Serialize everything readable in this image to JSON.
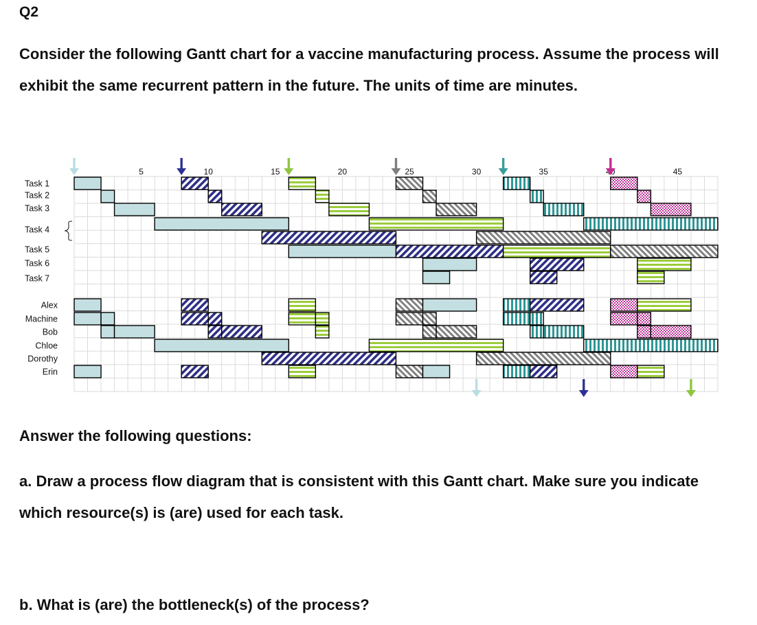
{
  "question_number": "Q2",
  "intro": "Consider the following Gantt chart for a vaccine manufacturing process. Assume the process will exhibit the same recurrent pattern in the future. The units of time are minutes.",
  "answer_heading": "Answer the following questions:",
  "question_a": "a. Draw a process flow diagram that is consistent with this Gantt chart. Make sure you indicate which resource(s) is (are) used for each task.",
  "question_b": "b. What is (are) the bottleneck(s) of the process?",
  "chart_data": {
    "type": "gantt",
    "x_range": [
      0,
      48
    ],
    "x_ticks": [
      "5",
      "10",
      "15",
      "20",
      "25",
      "30",
      "35",
      "40",
      "45"
    ],
    "x_tick_values": [
      5,
      10,
      15,
      20,
      25,
      30,
      35,
      40,
      45
    ],
    "task_rows": [
      "Task 1",
      "Task 2",
      "Task 3",
      "Task 4",
      "Task 5",
      "Task 6",
      "Task 7"
    ],
    "resource_rows": [
      "Alex",
      "Machine",
      "Bob",
      "Chloe",
      "Dorothy",
      "Erin"
    ],
    "units": {
      "u1": {
        "fill": "#c4dfe1",
        "pattern": "solid"
      },
      "u2": {
        "fill": "#2f2f87",
        "pattern": "diagonal-dark-blue"
      },
      "u3": {
        "fill": "#9ccc3c",
        "pattern": "horizontal-green"
      },
      "u4": {
        "fill": "#808080",
        "pattern": "diagonal-gray"
      },
      "u5": {
        "fill": "#2f9696",
        "pattern": "vertical-teal"
      },
      "u6": {
        "fill": "#c0389a",
        "pattern": "checker-magenta"
      }
    },
    "arrival_arrows_top": [
      {
        "t": 0,
        "color": "#b8dde2"
      },
      {
        "t": 8,
        "color": "#2e3192"
      },
      {
        "t": 16,
        "color": "#8dc63f"
      },
      {
        "t": 24,
        "color": "#7f7f7f"
      },
      {
        "t": 32,
        "color": "#3a9c9c"
      },
      {
        "t": 40,
        "color": "#c62d93"
      }
    ],
    "completion_arrows_bottom": [
      {
        "t": 30,
        "color": "#b8dde2"
      },
      {
        "t": 38,
        "color": "#2e3192"
      },
      {
        "t": 46,
        "color": "#8dc63f"
      }
    ],
    "task_bars": [
      {
        "row": "Task 1",
        "start": 0,
        "end": 2,
        "unit": "u1"
      },
      {
        "row": "Task 1",
        "start": 8,
        "end": 10,
        "unit": "u2"
      },
      {
        "row": "Task 1",
        "start": 16,
        "end": 18,
        "unit": "u3"
      },
      {
        "row": "Task 1",
        "start": 24,
        "end": 26,
        "unit": "u4"
      },
      {
        "row": "Task 1",
        "start": 32,
        "end": 34,
        "unit": "u5"
      },
      {
        "row": "Task 1",
        "start": 40,
        "end": 42,
        "unit": "u6"
      },
      {
        "row": "Task 2",
        "start": 2,
        "end": 3,
        "unit": "u1"
      },
      {
        "row": "Task 2",
        "start": 10,
        "end": 11,
        "unit": "u2"
      },
      {
        "row": "Task 2",
        "start": 18,
        "end": 19,
        "unit": "u3"
      },
      {
        "row": "Task 2",
        "start": 26,
        "end": 27,
        "unit": "u4"
      },
      {
        "row": "Task 2",
        "start": 34,
        "end": 35,
        "unit": "u5"
      },
      {
        "row": "Task 2",
        "start": 42,
        "end": 43,
        "unit": "u6"
      },
      {
        "row": "Task 3",
        "start": 3,
        "end": 6,
        "unit": "u1"
      },
      {
        "row": "Task 3",
        "start": 11,
        "end": 14,
        "unit": "u2"
      },
      {
        "row": "Task 3",
        "start": 19,
        "end": 22,
        "unit": "u3"
      },
      {
        "row": "Task 3",
        "start": 27,
        "end": 30,
        "unit": "u4"
      },
      {
        "row": "Task 3",
        "start": 35,
        "end": 38,
        "unit": "u5"
      },
      {
        "row": "Task 3",
        "start": 43,
        "end": 46,
        "unit": "u6"
      },
      {
        "row": "Task 4",
        "start": 6,
        "end": 16,
        "unit": "u1"
      },
      {
        "row": "Task 4",
        "start": 22,
        "end": 32,
        "unit": "u3"
      },
      {
        "row": "Task 4",
        "start": 38,
        "end": 48,
        "unit": "u5"
      },
      {
        "row": "Task 4b",
        "start": 14,
        "end": 24,
        "unit": "u2"
      },
      {
        "row": "Task 4b",
        "start": 30,
        "end": 40,
        "unit": "u4"
      },
      {
        "row": "Task 5",
        "start": 16,
        "end": 24,
        "unit": "u1"
      },
      {
        "row": "Task 5",
        "start": 24,
        "end": 32,
        "unit": "u2"
      },
      {
        "row": "Task 5",
        "start": 32,
        "end": 40,
        "unit": "u3"
      },
      {
        "row": "Task 5",
        "start": 40,
        "end": 48,
        "unit": "u4"
      },
      {
        "row": "Task 6",
        "start": 26,
        "end": 30,
        "unit": "u1"
      },
      {
        "row": "Task 6",
        "start": 34,
        "end": 38,
        "unit": "u2"
      },
      {
        "row": "Task 6",
        "start": 42,
        "end": 46,
        "unit": "u3"
      },
      {
        "row": "Task 7",
        "start": 26,
        "end": 28,
        "unit": "u1"
      },
      {
        "row": "Task 7",
        "start": 34,
        "end": 36,
        "unit": "u2"
      },
      {
        "row": "Task 7",
        "start": 42,
        "end": 44,
        "unit": "u3"
      }
    ],
    "resource_bars": [
      {
        "row": "Alex",
        "start": 0,
        "end": 2,
        "unit": "u1"
      },
      {
        "row": "Alex",
        "start": 8,
        "end": 10,
        "unit": "u2"
      },
      {
        "row": "Alex",
        "start": 16,
        "end": 18,
        "unit": "u3"
      },
      {
        "row": "Alex",
        "start": 24,
        "end": 26,
        "unit": "u4"
      },
      {
        "row": "Alex",
        "start": 26,
        "end": 30,
        "unit": "u1"
      },
      {
        "row": "Alex",
        "start": 32,
        "end": 34,
        "unit": "u5"
      },
      {
        "row": "Alex",
        "start": 34,
        "end": 38,
        "unit": "u2"
      },
      {
        "row": "Alex",
        "start": 40,
        "end": 42,
        "unit": "u6"
      },
      {
        "row": "Alex",
        "start": 42,
        "end": 46,
        "unit": "u3"
      },
      {
        "row": "Machine",
        "start": 0,
        "end": 2,
        "unit": "u1"
      },
      {
        "row": "Machine",
        "start": 2,
        "end": 3,
        "unit": "u1"
      },
      {
        "row": "Machine",
        "start": 8,
        "end": 10,
        "unit": "u2"
      },
      {
        "row": "Machine",
        "start": 10,
        "end": 11,
        "unit": "u2"
      },
      {
        "row": "Machine",
        "start": 16,
        "end": 18,
        "unit": "u3"
      },
      {
        "row": "Machine",
        "start": 18,
        "end": 19,
        "unit": "u3"
      },
      {
        "row": "Machine",
        "start": 24,
        "end": 26,
        "unit": "u4"
      },
      {
        "row": "Machine",
        "start": 26,
        "end": 27,
        "unit": "u4"
      },
      {
        "row": "Machine",
        "start": 32,
        "end": 34,
        "unit": "u5"
      },
      {
        "row": "Machine",
        "start": 34,
        "end": 35,
        "unit": "u5"
      },
      {
        "row": "Machine",
        "start": 40,
        "end": 42,
        "unit": "u6"
      },
      {
        "row": "Machine",
        "start": 42,
        "end": 43,
        "unit": "u6"
      },
      {
        "row": "Bob",
        "start": 2,
        "end": 3,
        "unit": "u1"
      },
      {
        "row": "Bob",
        "start": 3,
        "end": 6,
        "unit": "u1"
      },
      {
        "row": "Bob",
        "start": 10,
        "end": 11,
        "unit": "u2"
      },
      {
        "row": "Bob",
        "start": 11,
        "end": 14,
        "unit": "u2"
      },
      {
        "row": "Bob",
        "start": 18,
        "end": 19,
        "unit": "u3"
      },
      {
        "row": "Bob",
        "start": 26,
        "end": 27,
        "unit": "u4"
      },
      {
        "row": "Bob",
        "start": 27,
        "end": 30,
        "unit": "u4"
      },
      {
        "row": "Bob",
        "start": 34,
        "end": 35,
        "unit": "u5"
      },
      {
        "row": "Bob",
        "start": 35,
        "end": 38,
        "unit": "u5"
      },
      {
        "row": "Bob",
        "start": 42,
        "end": 43,
        "unit": "u6"
      },
      {
        "row": "Bob",
        "start": 43,
        "end": 46,
        "unit": "u6"
      },
      {
        "row": "Chloe",
        "start": 6,
        "end": 16,
        "unit": "u1"
      },
      {
        "row": "Chloe",
        "start": 22,
        "end": 32,
        "unit": "u3"
      },
      {
        "row": "Chloe",
        "start": 38,
        "end": 48,
        "unit": "u5"
      },
      {
        "row": "Dorothy",
        "start": 14,
        "end": 24,
        "unit": "u2"
      },
      {
        "row": "Dorothy",
        "start": 30,
        "end": 40,
        "unit": "u4"
      },
      {
        "row": "Erin",
        "start": 0,
        "end": 2,
        "unit": "u1"
      },
      {
        "row": "Erin",
        "start": 8,
        "end": 10,
        "unit": "u2"
      },
      {
        "row": "Erin",
        "start": 16,
        "end": 18,
        "unit": "u3"
      },
      {
        "row": "Erin",
        "start": 24,
        "end": 26,
        "unit": "u4"
      },
      {
        "row": "Erin",
        "start": 26,
        "end": 28,
        "unit": "u1"
      },
      {
        "row": "Erin",
        "start": 32,
        "end": 34,
        "unit": "u5"
      },
      {
        "row": "Erin",
        "start": 34,
        "end": 36,
        "unit": "u2"
      },
      {
        "row": "Erin",
        "start": 40,
        "end": 42,
        "unit": "u6"
      },
      {
        "row": "Erin",
        "start": 42,
        "end": 44,
        "unit": "u3"
      }
    ]
  }
}
